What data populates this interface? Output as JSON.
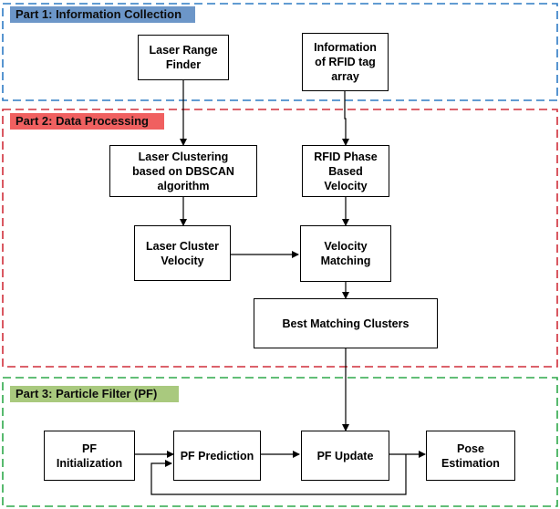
{
  "parts": {
    "part1": {
      "label": "Part 1: Information Collection",
      "color": "#2e7bc4",
      "fill": "#6c96c8"
    },
    "part2": {
      "label": "Part 2: Data Processing",
      "color": "#d02f3a",
      "fill": "#f06060"
    },
    "part3": {
      "label": "Part 3: Particle Filter (PF)",
      "color": "#2ea84a",
      "fill": "#a9c97e"
    }
  },
  "boxes": {
    "laser_range_finder": "Laser Range\nFinder",
    "rfid_info": "Information\nof RFID tag\narray",
    "laser_clustering": "Laser Clustering\nbased on DBSCAN\nalgorithm",
    "rfid_phase_velocity": "RFID Phase\nBased\nVelocity",
    "laser_cluster_velocity": "Laser Cluster\nVelocity",
    "velocity_matching": "Velocity\nMatching",
    "best_matching": "Best Matching Clusters",
    "pf_init": "PF\nInitialization",
    "pf_prediction": "PF Prediction",
    "pf_update": "PF Update",
    "pose_estimation": "Pose\nEstimation"
  }
}
